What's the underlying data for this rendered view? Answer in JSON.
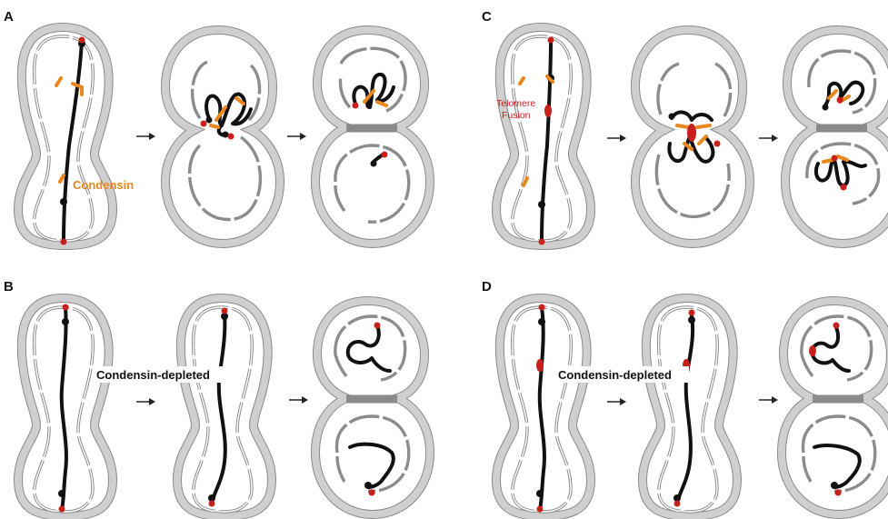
{
  "panels": [
    {
      "letter": "A"
    },
    {
      "letter": "B"
    },
    {
      "letter": "C"
    },
    {
      "letter": "D"
    }
  ],
  "labels": {
    "condensin": "Condensin",
    "condensin_depleted_b": "Condensin-depleted",
    "condensin_depleted_d": "Condensin-depleted",
    "telomere_fusion_line1": "Telomere",
    "telomere_fusion_line2": "Fusion"
  },
  "colors": {
    "cell_wall": "#8a8a8a",
    "dna": "#111111",
    "condensin": "#e8871e",
    "telomere": "#c8201c",
    "label_orange": "#e8871e",
    "label_red": "#c8201c"
  }
}
